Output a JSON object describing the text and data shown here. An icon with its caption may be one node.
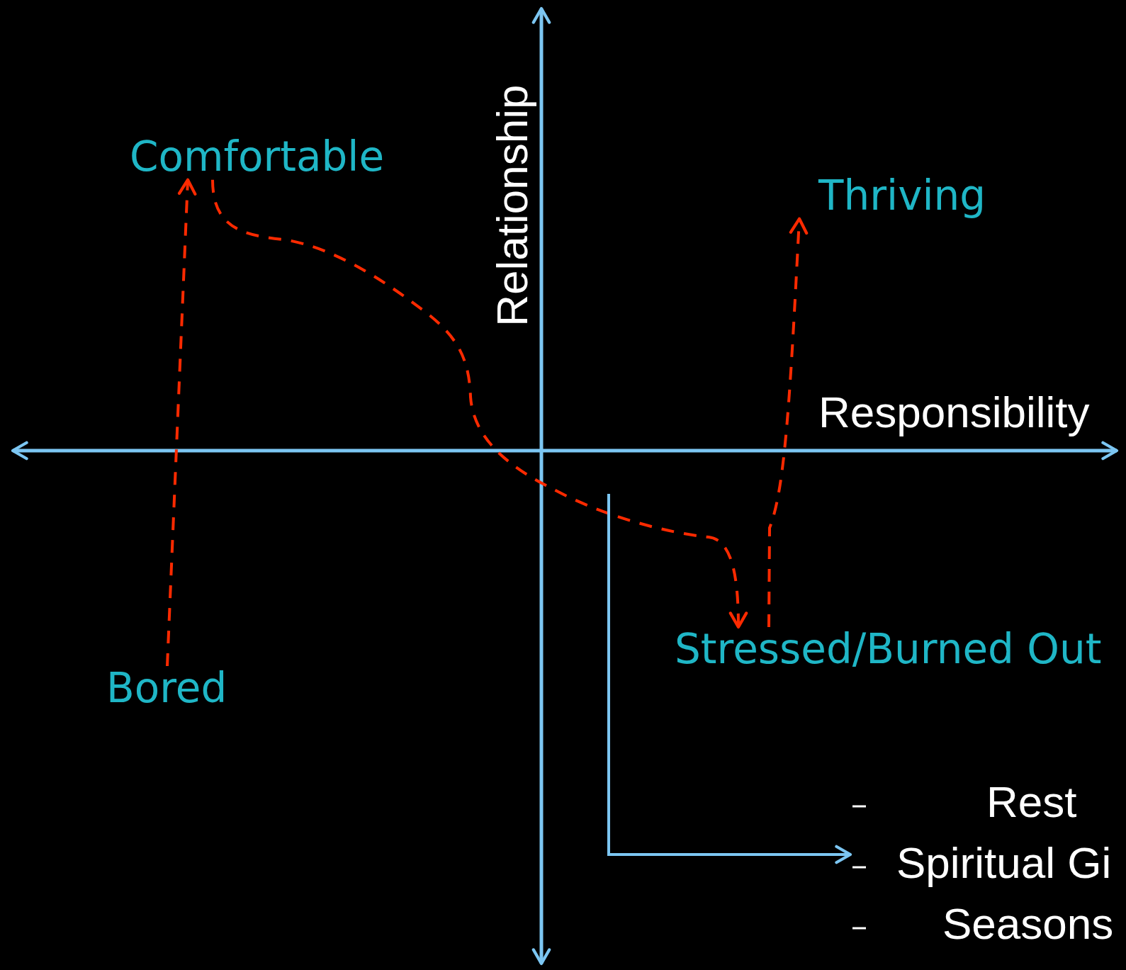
{
  "diagram": {
    "nodes": [
      {
        "text": [
          "Comfortable"
        ]
      },
      {
        "text": [
          "Thriving"
        ]
      },
      {
        "text": [
          "Stressed/Burned Out"
        ]
      },
      {
        "text": [
          "Bored"
        ]
      },
      {
        "text": [
          "Rest",
          "Spiritual Gi",
          "Seasons"
        ]
      }
    ],
    "edges": [
      {
        "from": 3,
        "to": 0,
        "arrow": "to",
        "style": "dashed"
      },
      {
        "from": 0,
        "to": 2,
        "arrow": "to",
        "style": "dashed"
      },
      {
        "from": 2,
        "to": 1,
        "arrow": "to",
        "style": "dashed"
      },
      {
        "from": null,
        "to": 4,
        "arrow": "to",
        "color": "#7cc6f2"
      }
    ],
    "labels": [
      "Relationship",
      "Responsibility"
    ]
  }
}
